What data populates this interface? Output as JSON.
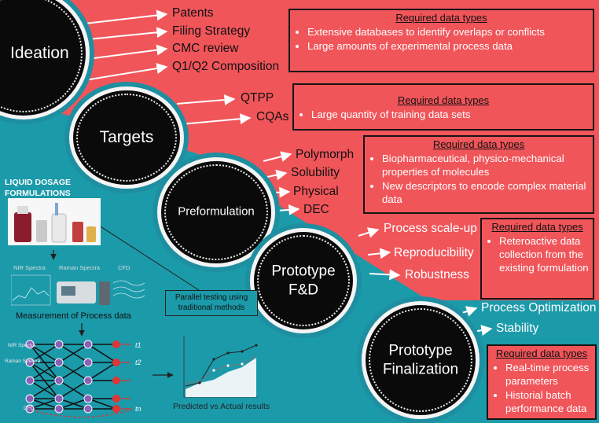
{
  "stages": [
    {
      "label": "Ideation",
      "outputs": [
        "Patents",
        "Filing Strategy",
        "CMC review",
        "Q1/Q2 Composition"
      ]
    },
    {
      "label": "Targets",
      "outputs": [
        "QTPP",
        "CQAs"
      ]
    },
    {
      "label": "Preformulation",
      "outputs": [
        "Polymorph",
        "Solubility",
        "Physical",
        "DEC"
      ]
    },
    {
      "label": "Prototype F&D",
      "outputs": [
        "Process scale-up",
        "Reproducibility",
        "Robustness"
      ]
    },
    {
      "label": "Prototype Finalization",
      "outputs": [
        "Process Optimization",
        "Stability"
      ]
    }
  ],
  "data_boxes": [
    {
      "heading": "Required data types",
      "bullets": [
        "Extensive databases to identify overlaps or conflicts",
        "Large amounts of experimental process data"
      ]
    },
    {
      "heading": "Required data types",
      "bullets": [
        "Large quantity of training data sets"
      ]
    },
    {
      "heading": "Required data types",
      "bullets": [
        "Biopharmaceutical, physico-mechanical properties of molecules",
        "New descriptors to encode complex material data"
      ]
    },
    {
      "heading": "Required data types",
      "bullets": [
        "Reteroactive data collection from the existing formulation"
      ]
    },
    {
      "heading": "Required data types",
      "bullets": [
        "Real-time process parameters",
        "Historial batch performance data"
      ]
    }
  ],
  "workflow": {
    "title": "LIQUID DOSAGE FORMULATIONS",
    "spectra_labels": [
      "NIR Spectra",
      "Raman Spectra",
      "CFD"
    ],
    "measurement_caption": "Measurement of Process data",
    "nn_input_labels": [
      "NIR Spectra",
      "Raman Spectra",
      "CFD"
    ],
    "nn_output_labels": [
      "t1",
      "t2",
      "tn"
    ],
    "parallel_testing": "Parallel testing using traditional methods",
    "predicted_caption": "Predicted vs Actual results"
  },
  "colors": {
    "teal": "#1b9aaa",
    "coral": "#f0555a",
    "circle": "#0a0a0a"
  }
}
